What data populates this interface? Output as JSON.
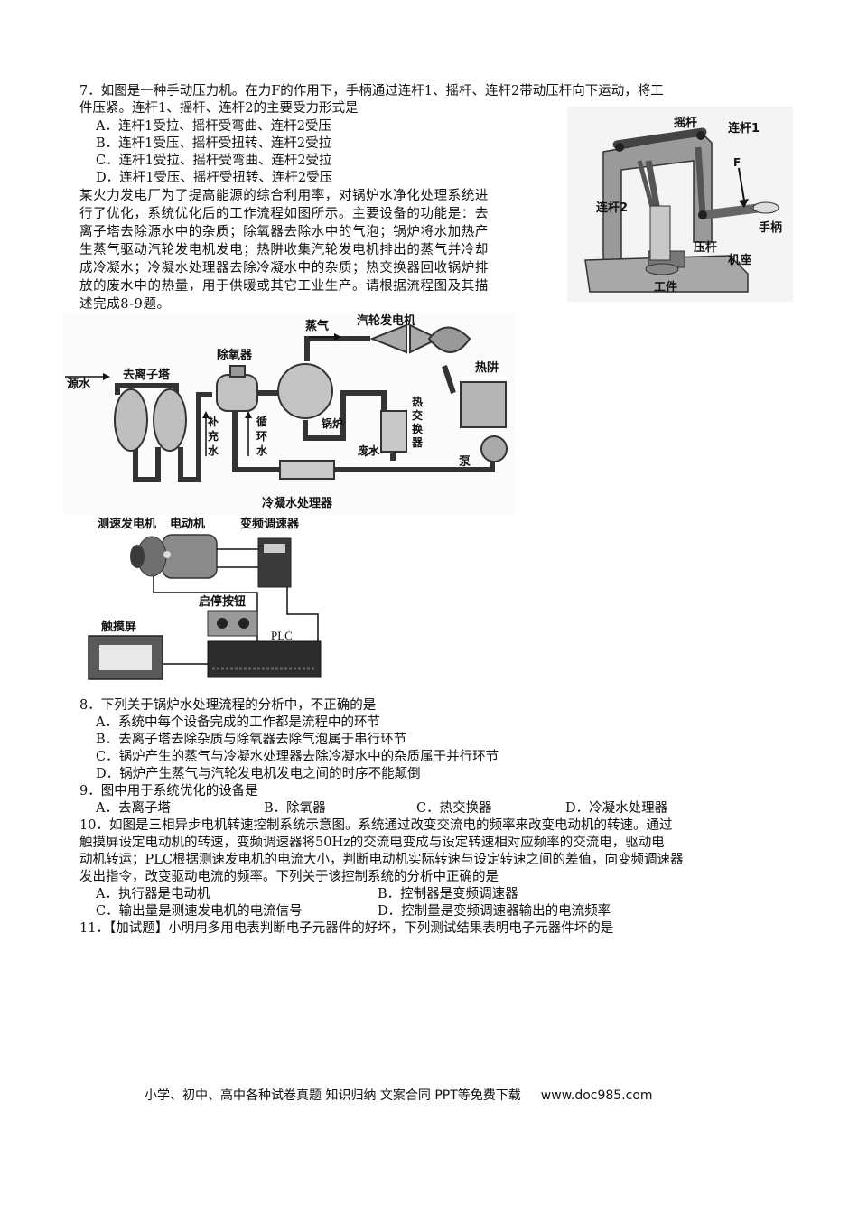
{
  "q7": {
    "stem_line1": "7．如图是一种手动压力机。在力F的作用下，手柄通过连杆1、摇杆、连杆2带动压杆向下运动，将工",
    "stem_line2": "件压紧。连杆1、摇杆、连杆2的主要受力形式是",
    "opt_a": "A．连杆1受拉、摇杆受弯曲、连杆2受压",
    "opt_b": "B．连杆1受压、摇杆受扭转、连杆2受拉",
    "opt_c": "C．连杆1受拉、摇杆受弯曲、连杆2受拉",
    "opt_d": "D．连杆1受压、摇杆受扭转、连杆2受压"
  },
  "press_figure": {
    "rocker": "摇杆",
    "link1": "连杆1",
    "force": "F",
    "link2": "连杆2",
    "handle": "手柄",
    "ram": "压杆",
    "base": "机座",
    "workpiece": "工件"
  },
  "intro": {
    "line1": "某火力发电厂为了提高能源的综合利用率，对锅炉水净化处理系统进",
    "line2": "行了优化，系统优化后的工作流程如图所示。主要设备的功能是：去",
    "line3": "离子塔去除源水中的杂质；除氧器去除水中的气泡；锅炉将水加热产",
    "line4": "生蒸气驱动汽轮发电机发电；热阱收集汽轮发电机排出的蒸气并冷却",
    "line5": "成冷凝水；冷凝水处理器去除冷凝水中的杂质；热交换器回收锅炉排",
    "line6": "放的废水中的热量，用于供暖或其它工业生产。请根据流程图及其描",
    "line7": "述完成8-9题。"
  },
  "flow_figure": {
    "source_water": "源水",
    "deion_tower": "去离子塔",
    "deaerator": "除氧器",
    "steam": "蒸气",
    "turbine": "汽轮发电机",
    "hotwell": "热阱",
    "makeup_1": "补",
    "makeup_2": "充",
    "makeup_3": "水",
    "recirc_1": "循",
    "recirc_2": "环",
    "recirc_3": "水",
    "boiler": "锅炉",
    "hx_1": "热",
    "hx_2": "交",
    "hx_3": "换",
    "hx_4": "器",
    "waste_water": "废水",
    "pump": "泵",
    "condensate": "冷凝水处理器"
  },
  "motor_figure": {
    "tacho": "测速发电机",
    "motor": "电动机",
    "vfd": "变频调速器",
    "start_stop": "启停按钮",
    "plc": "PLC",
    "touch": "触摸屏"
  },
  "q8": {
    "stem": "8．下列关于锅炉水处理流程的分析中，不正确的是",
    "opt_a": "A．系统中每个设备完成的工作都是流程中的环节",
    "opt_b": "B．去离子塔去除杂质与除氧器去除气泡属于串行环节",
    "opt_c": "C．锅炉产生的蒸气与冷凝水处理器去除冷凝水中的杂质属于并行环节",
    "opt_d": "D．锅炉产生蒸气与汽轮发电机发电之间的时序不能颠倒"
  },
  "q9": {
    "stem": "9．图中用于系统优化的设备是",
    "opt_a": "A．去离子塔",
    "opt_b": "B．除氧器",
    "opt_c": "C．热交换器",
    "opt_d": "D．冷凝水处理器"
  },
  "q10": {
    "line1": "10．如图是三相异步电机转速控制系统示意图。系统通过改变交流电的频率来改变电动机的转速。通过",
    "line2": "触摸屏设定电动机的转速，变频调速器将50Hz的交流电变成与设定转速相对应频率的交流电，驱动电",
    "line3": "动机转运；PLC根据测速发电机的电流大小，判断电动机实际转速与设定转速之间的差值，向变频调速器",
    "line4": "发出指令，改变驱动电流的频率。下列关于该控制系统的分析中正确的是",
    "opt_a": "A．执行器是电动机",
    "opt_b": "B．控制器是变频调速器",
    "opt_c": "C．输出量是测速发电机的电流信号",
    "opt_d": "D．控制量是变频调速器输出的电流频率"
  },
  "q11": {
    "stem": "11．【加试题】小明用多用电表判断电子元器件的好坏，下列测试结果表明电子元器件坏的是"
  },
  "footer": {
    "text": "小学、初中、高中各种试卷真题 知识归纳 文案合同 PPT等免费下载",
    "url": "www.doc985.com"
  }
}
